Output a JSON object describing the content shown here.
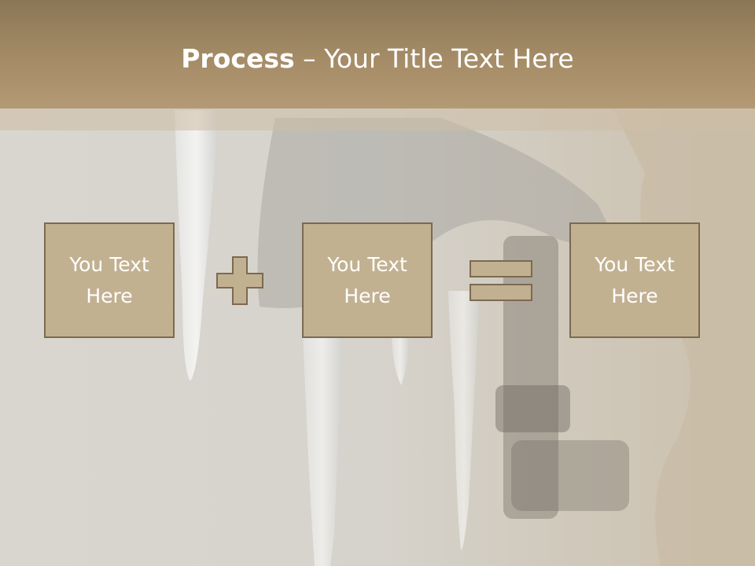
{
  "slide": {
    "title_bold": "Process",
    "title_rest": " – Your Title Text Here"
  },
  "boxes": [
    {
      "text": "You Text Here"
    },
    {
      "text": "You Text Here"
    },
    {
      "text": "You Text Here"
    }
  ],
  "operators": {
    "plus": "plus-icon",
    "equals": "equals-icon"
  },
  "colors": {
    "header": "#a58c67",
    "box_fill": "#c2b191",
    "box_border": "#7b6a50",
    "text": "#ffffff"
  }
}
